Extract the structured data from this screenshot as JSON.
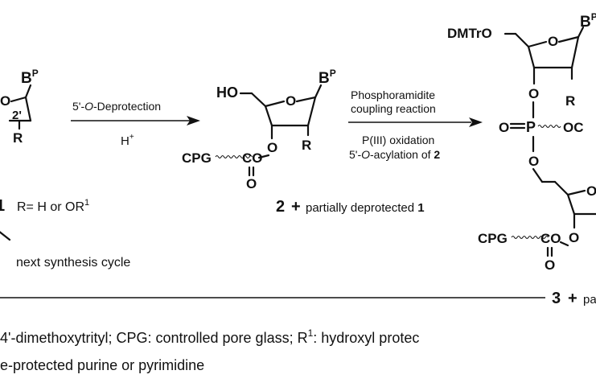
{
  "labels": {
    "bp": "B",
    "bp_sup": "P",
    "ring_o": "O",
    "two_prime": "2'",
    "r": "R",
    "ho": "HO",
    "o": "O",
    "cpg": "CPG",
    "co": "CO",
    "dmtr_o": "DMTrO",
    "p": "P",
    "och": "OC",
    "cpg_bottom": "CPG"
  },
  "compound1": {
    "number": "1",
    "r_def": "R= H or OR",
    "r_def_sup": "1"
  },
  "arrow1": {
    "label_pre": "5'-",
    "label_italic": "O",
    "label_post": "-Deprotection",
    "reagent": "H",
    "reagent_sup": "+"
  },
  "compound2": {
    "number": "2",
    "plus": "+",
    "note": "partially deprotected",
    "note_num": "1"
  },
  "arrow2": {
    "line1": "Phosphoramidite",
    "line2": "coupling reaction",
    "line3": "P(III) oxidation",
    "line4_pre": "5'-",
    "line4_italic": "O",
    "line4_post": "-acylation of",
    "line4_num": "2"
  },
  "compound3": {
    "number": "3",
    "plus": "+",
    "note": "pa"
  },
  "cycle": {
    "label": "next synthesis cycle"
  },
  "footnote": {
    "line1_pre": "4'-dimethoxytrityl; CPG: controlled pore glass; R",
    "line1_sup": "1",
    "line1_post": ": hydroxyl protec",
    "line2": "e-protected purine or pyrimidine"
  }
}
